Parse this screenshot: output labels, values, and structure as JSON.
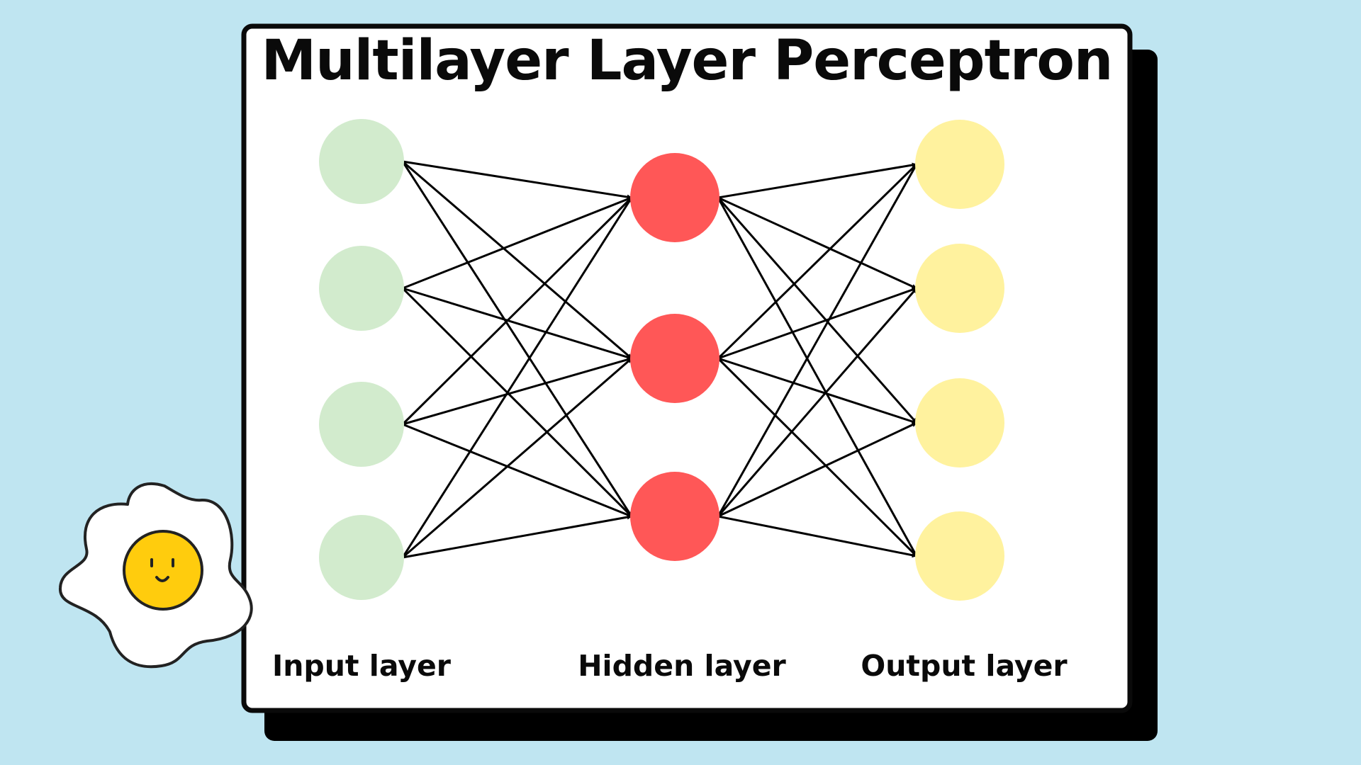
{
  "title": "Multilayer Layer Perceptron",
  "colors": {
    "background": "#bfe5f1",
    "card": "#ffffff",
    "card_border": "#0a0a0a",
    "card_shadow": "#000000",
    "input_node": "#d2ebcd",
    "hidden_node": "#ff5757",
    "output_node": "#fff29e",
    "edge": "#000000",
    "egg_white": "#ffffff",
    "egg_yolk": "#ffcc0d",
    "egg_outline": "#222222"
  },
  "decoration": {
    "mascot": "fried-egg-smiley-icon"
  },
  "layers": [
    {
      "key": "input",
      "label": "Input layer",
      "nodes": 4
    },
    {
      "key": "hidden",
      "label": "Hidden layer",
      "nodes": 3
    },
    {
      "key": "output",
      "label": "Output layer",
      "nodes": 4
    }
  ]
}
